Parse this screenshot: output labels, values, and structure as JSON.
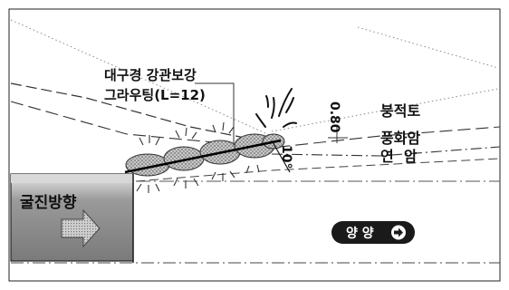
{
  "callout": {
    "line1": "대구경 강관보강",
    "line2": "그라우팅(L=12)"
  },
  "layers": {
    "fill": "붕적토",
    "weathered_rock": "풍화암",
    "soft_rock": "연  암"
  },
  "dimensions": {
    "depth": "0.80",
    "angle": "10°"
  },
  "tunnel": {
    "direction_label": "굴진방향"
  },
  "badge": {
    "label": "양 양"
  },
  "colors": {
    "ink": "#111111",
    "badge_bg": "#1a1a1a",
    "badge_text": "#ffffff",
    "tunnel_fill": "#9a9a9a",
    "grout_fill": "#b5b5b5"
  }
}
